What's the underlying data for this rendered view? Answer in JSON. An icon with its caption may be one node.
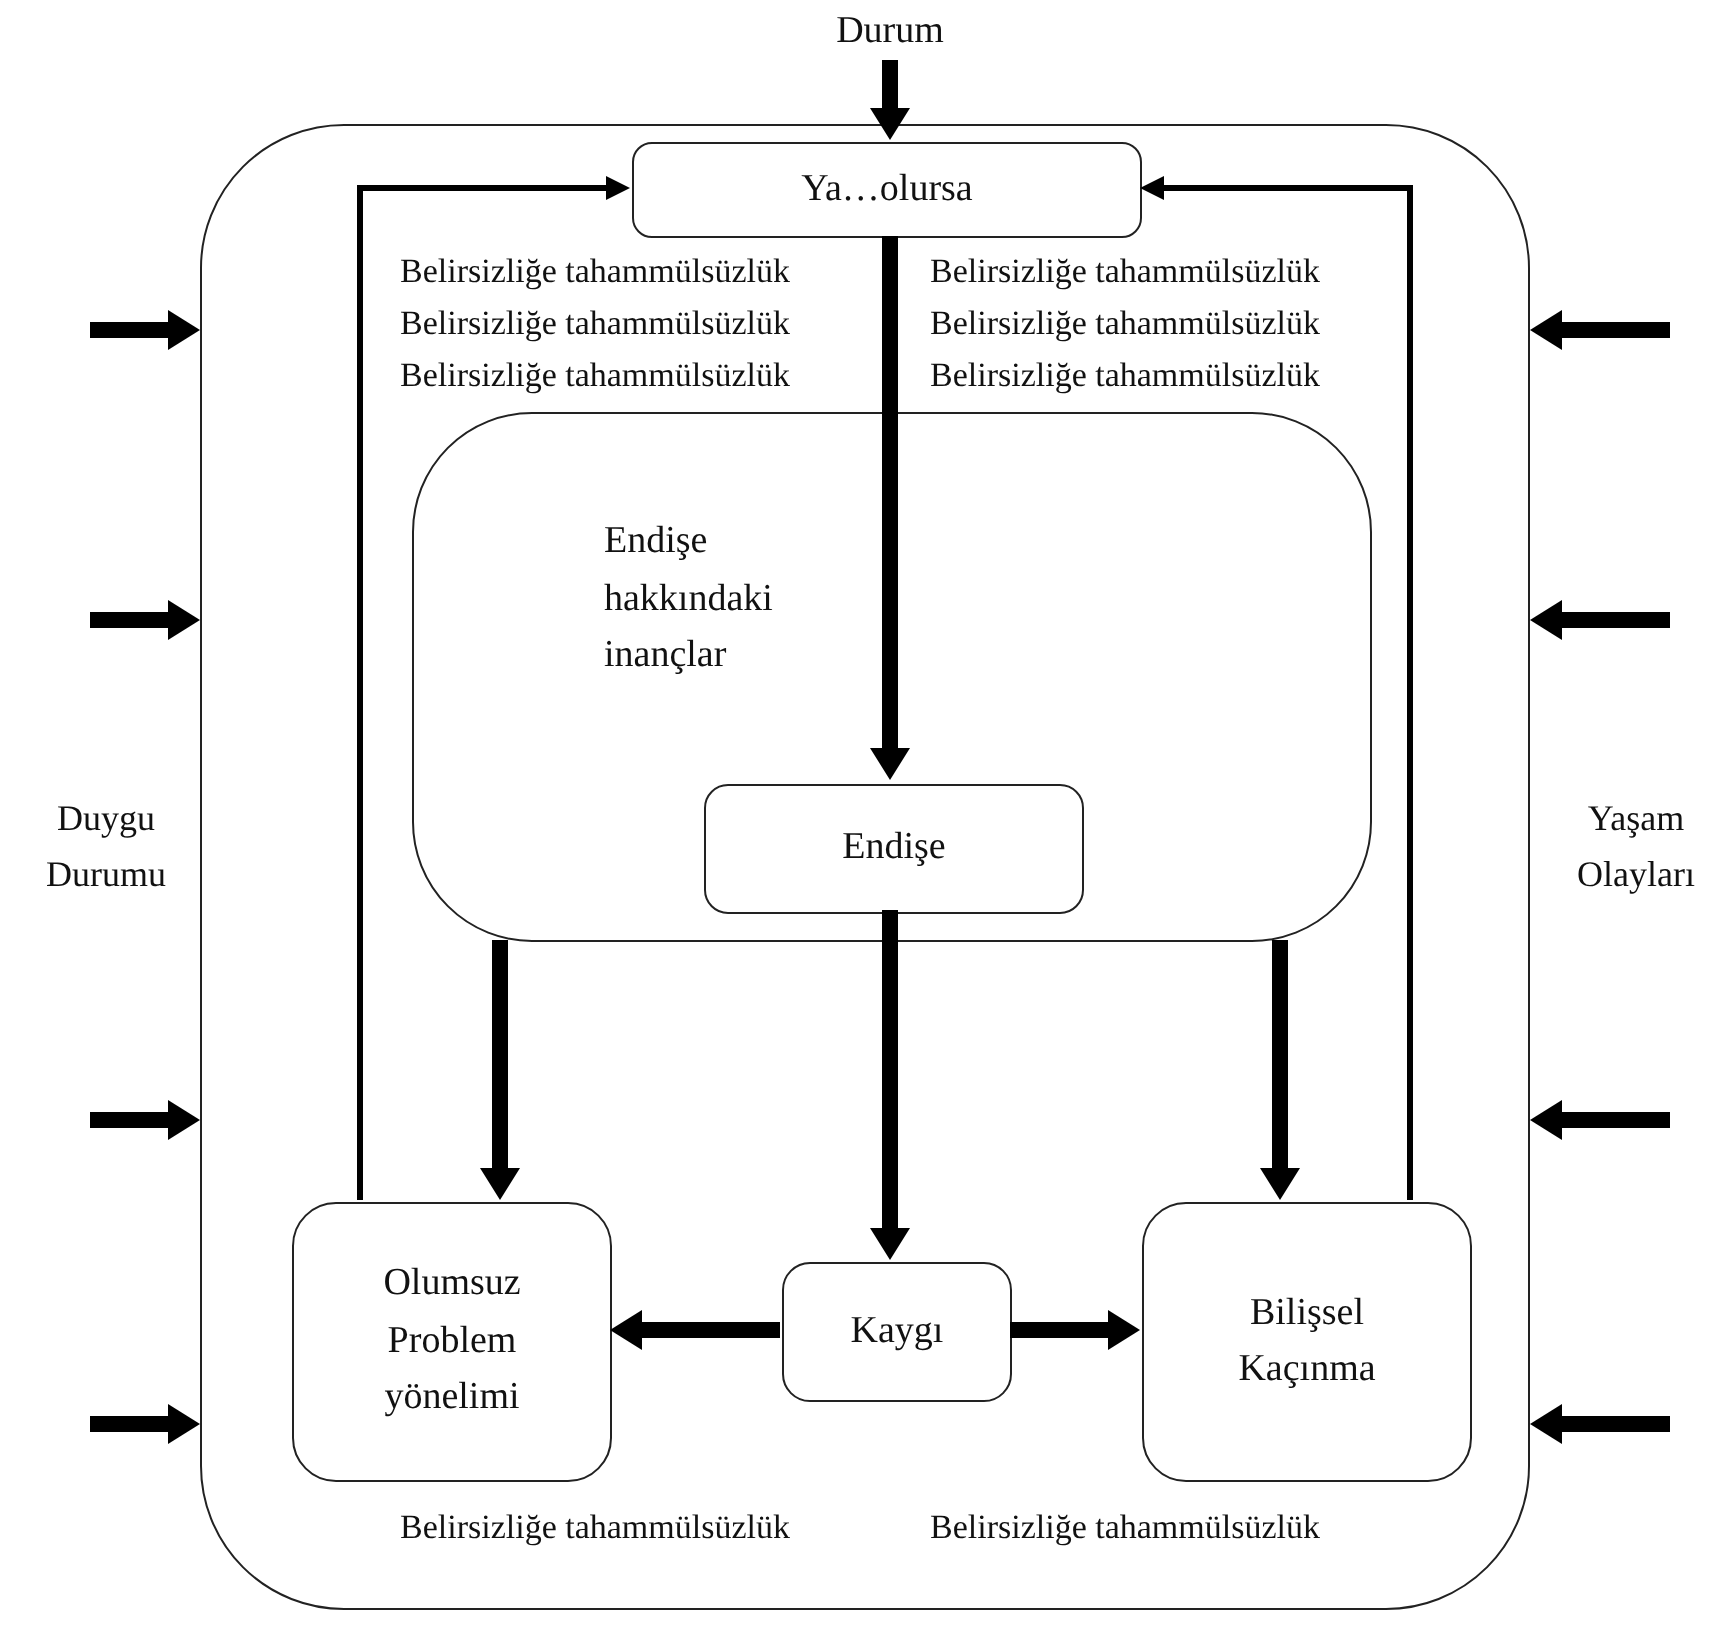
{
  "diagram": {
    "nodes": [
      {
        "text": [
          "Durum"
        ]
      },
      {
        "text": [],
        "shape": "box"
      },
      {
        "text": [
          "Ya…olursa"
        ],
        "in": 1
      },
      {
        "text": [
          "Endişe hakkındaki inançlar"
        ],
        "in": 1
      },
      {
        "text": [
          "Endişe"
        ],
        "in": 3
      },
      {
        "text": [
          "Olumsuz Problem yönelimi"
        ],
        "in": 1
      },
      {
        "text": [
          "Kaygı"
        ],
        "in": 1
      },
      {
        "text": [
          "Bilişsel Kaçınma"
        ],
        "in": 1
      }
    ],
    "edges": [
      {
        "from": 0,
        "to": 2,
        "arrow": "to"
      },
      {
        "from": 2,
        "to": 4,
        "arrow": "to"
      },
      {
        "from": 4,
        "to": 6,
        "arrow": "to"
      },
      {
        "from": 6,
        "to": 5,
        "arrow": "to"
      },
      {
        "from": 6,
        "to": 7,
        "arrow": "to"
      },
      {
        "from": 3,
        "to": 5,
        "arrow": "to"
      },
      {
        "from": 3,
        "to": 7,
        "arrow": "to"
      },
      {
        "from": 5,
        "to": 2,
        "arrow": "to"
      },
      {
        "from": 7,
        "to": 2,
        "arrow": "to"
      },
      {
        "from": null,
        "to": 1,
        "arrow": "to"
      },
      {
        "from": null,
        "to": 1,
        "arrow": "to"
      },
      {
        "from": null,
        "to": 1,
        "arrow": "to"
      },
      {
        "from": null,
        "to": 1,
        "arrow": "to"
      },
      {
        "from": null,
        "to": 1,
        "arrow": "to"
      },
      {
        "from": null,
        "to": 1,
        "arrow": "to"
      },
      {
        "from": null,
        "to": 1,
        "arrow": "to"
      },
      {
        "from": null,
        "to": 1,
        "arrow": "to"
      }
    ],
    "labels": [
      "Belirsizliğe tahammülsüzlük",
      "Belirsizliğe tahammülsüzlük",
      "Belirsizliğe tahammülsüzlük",
      "Belirsizliğe tahammülsüzlük",
      "Belirsizliğe tahammülsüzlük",
      "Belirsizliğe tahammülsüzlük",
      "Duygu Durumu",
      "Yaşam Olayları",
      "Belirsizliğe tahammülsüzlük",
      "Belirsizliğe tahammülsüzlük"
    ]
  }
}
